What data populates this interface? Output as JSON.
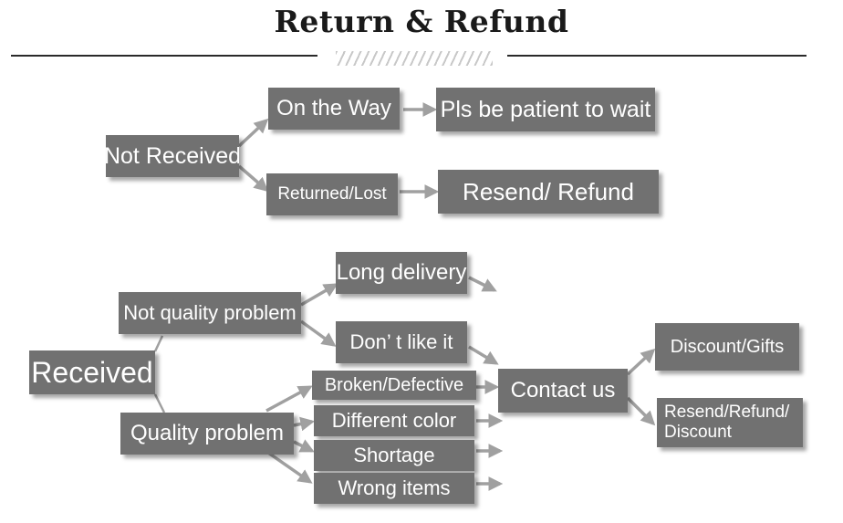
{
  "title": "Return & Refund",
  "colors": {
    "box": "#717171",
    "arrow": "#a0a0a0",
    "text": "#ffffff"
  },
  "nodes": {
    "not_received": "Not Received",
    "on_the_way": "On the Way",
    "patient": "Pls be patient to wait",
    "returned_lost": "Returned/Lost",
    "resend_refund": "Resend/ Refund",
    "received": "Received",
    "not_quality": "Not quality problem",
    "long_delivery": "Long delivery",
    "dont_like": "Don’ t like it",
    "quality": "Quality problem",
    "broken": "Broken/Defective",
    "different_color": "Different color",
    "shortage": "Shortage",
    "wrong_items": "Wrong items",
    "contact": "Contact us",
    "discount_gifts": "Discount/Gifts",
    "resend_refund_discount_1": "Resend/Refund/",
    "resend_refund_discount_2": "Discount"
  }
}
